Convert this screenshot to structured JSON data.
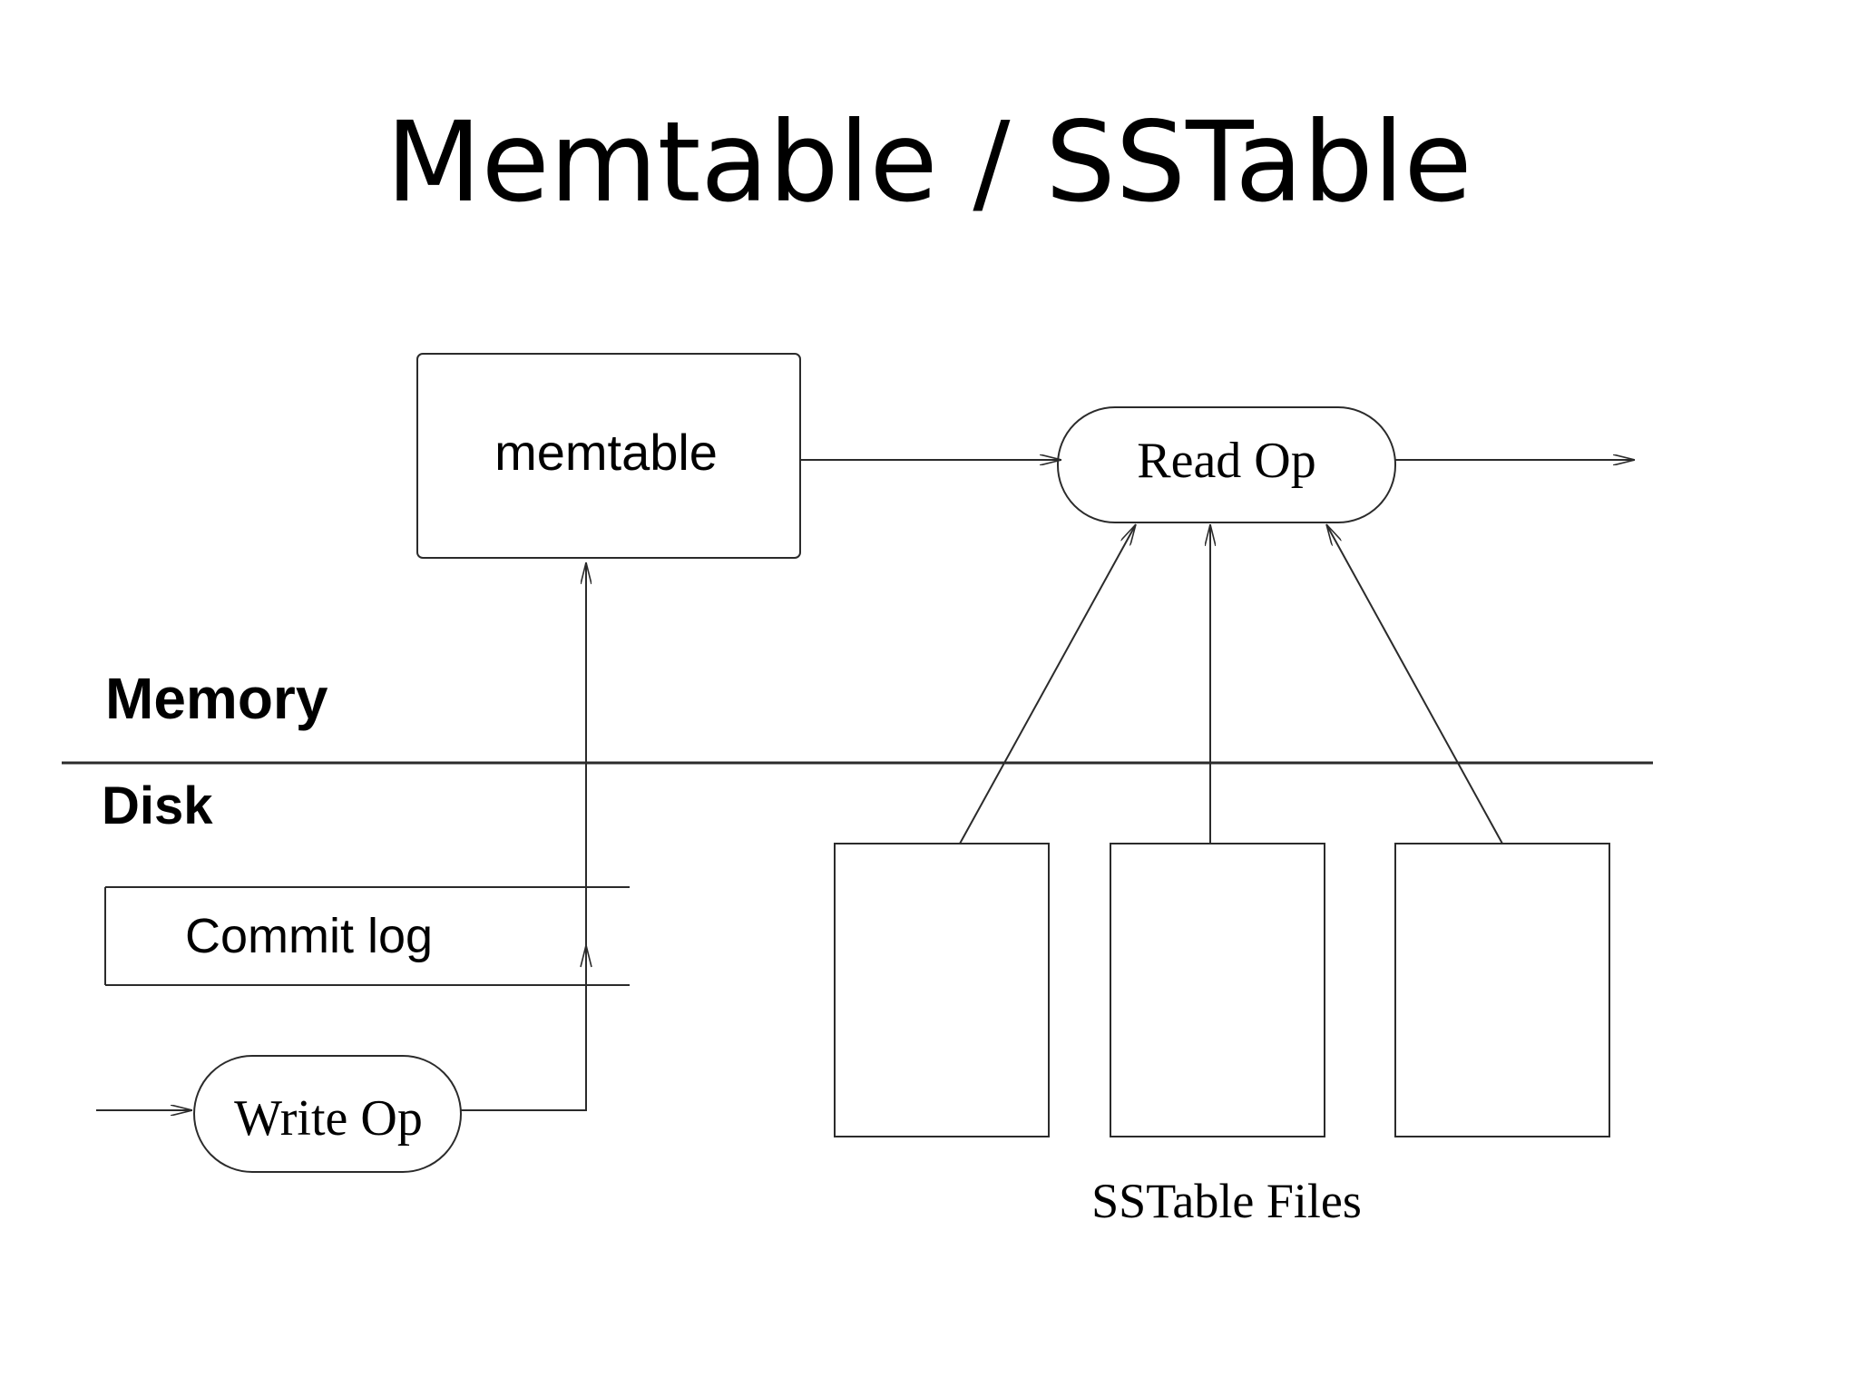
{
  "slide": {
    "title": "Memtable / SSTable"
  },
  "diagram": {
    "memtable_label": "memtable",
    "read_op_label": "Read Op",
    "memory_label": "Memory",
    "disk_label": "Disk",
    "commit_log_label": "Commit log",
    "write_op_label": "Write Op",
    "sstable_files_label": "SSTable Files"
  },
  "colors": {
    "line": "#2b2b2b",
    "text": "#000000",
    "background": "#ffffff"
  }
}
